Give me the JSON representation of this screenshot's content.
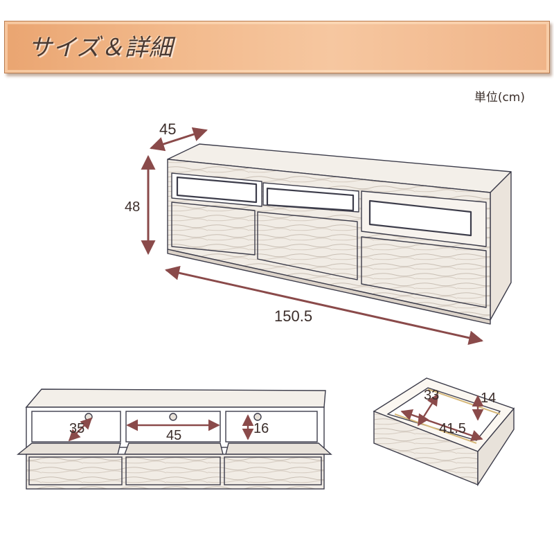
{
  "header": {
    "title": "サイズ＆詳細"
  },
  "unit_label": "単位(cm)",
  "dimensions": {
    "depth": "45",
    "height": "48",
    "width": "150.5"
  },
  "interior": {
    "left_compartment": "35",
    "center_compartment": "45",
    "right_compartment": "16"
  },
  "drawer": {
    "depth": "33",
    "height": "14",
    "width": "41.5"
  },
  "colors": {
    "banner": "#f2b98b",
    "dimension_arrow": "#8a4a4a",
    "wood_outline": "#3c3c4a"
  }
}
